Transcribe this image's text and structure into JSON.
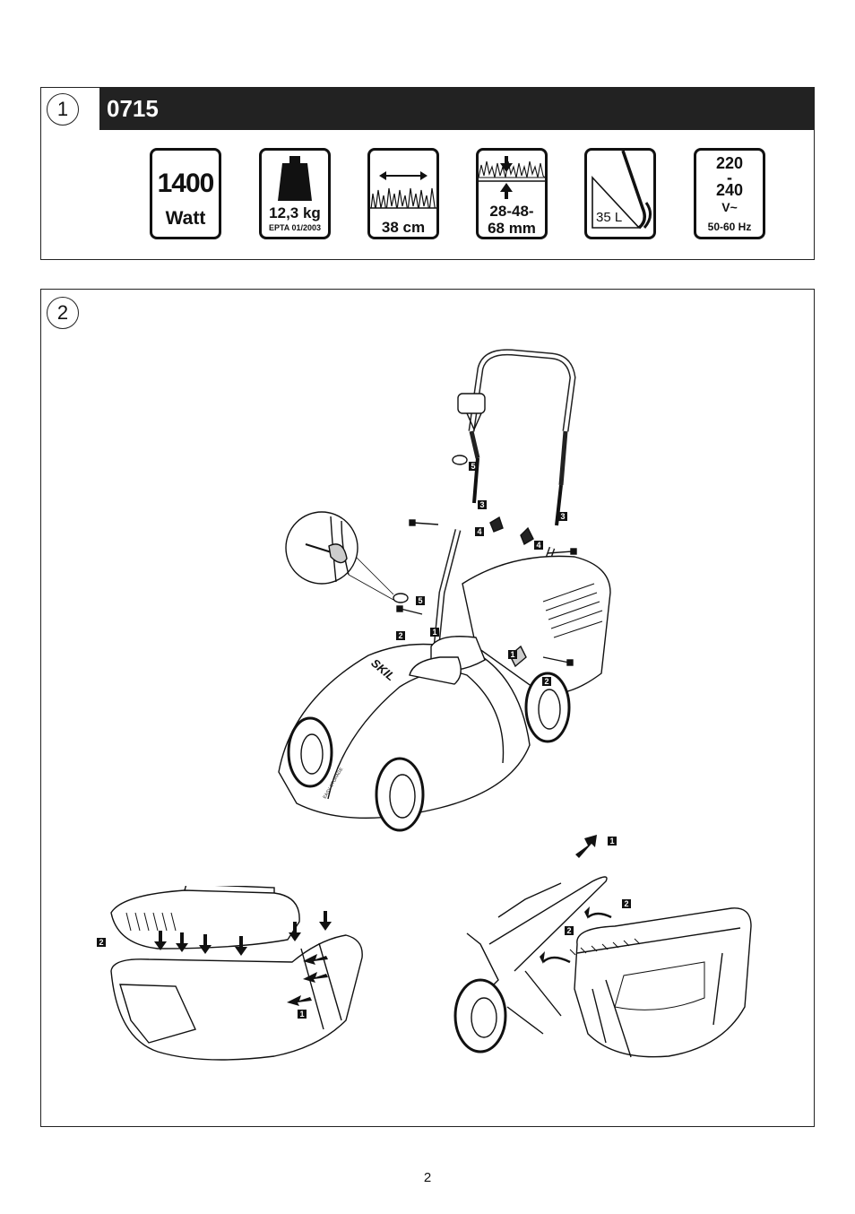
{
  "panel1": {
    "number": "1",
    "model": "0715",
    "specs": {
      "power_value": "1400",
      "power_unit": "Watt",
      "weight_value": "12,3 kg",
      "weight_standard": "EPTA 01/2003",
      "cutting_width": "38 cm",
      "cutting_height_line1": "28-48-",
      "cutting_height_line2": "68 mm",
      "bag_capacity": "35 L",
      "voltage_line1": "220",
      "voltage_dash": "-",
      "voltage_line2": "240",
      "voltage_unit": "V~",
      "frequency": "50-60 Hz"
    }
  },
  "panel2": {
    "number": "2",
    "assembly_callouts": [
      "5",
      "3",
      "4",
      "3",
      "4",
      "5",
      "1",
      "2",
      "1",
      "2"
    ],
    "brand_logo": "SKIL",
    "housing_label": "EASY STORAGE",
    "bag_left_callouts": [
      "2",
      "1"
    ],
    "bag_right_callouts": [
      "1",
      "2",
      "2"
    ]
  },
  "page_number": "2"
}
